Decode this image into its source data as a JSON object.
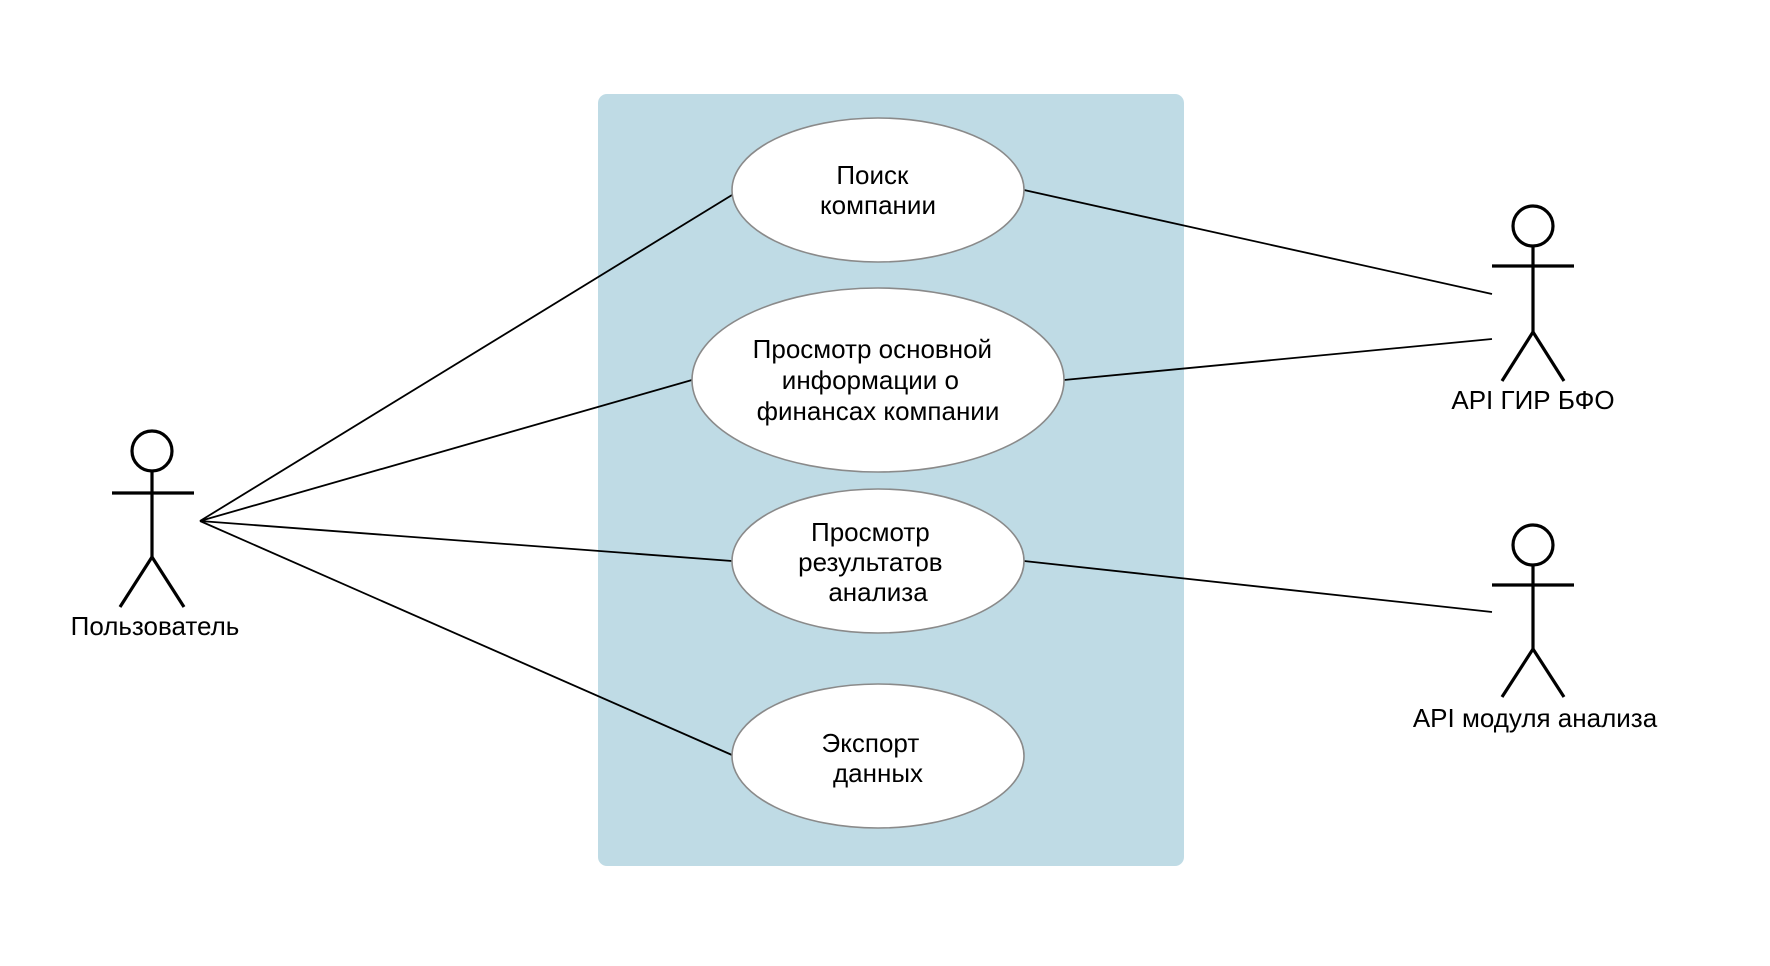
{
  "diagram": {
    "type": "use-case",
    "system_boundary": {
      "fill": "#bfdbe5"
    },
    "use_cases": [
      {
        "id": "search",
        "lines": [
          "Поиск",
          "компании"
        ]
      },
      {
        "id": "overview",
        "lines": [
          "Просмотр основной",
          "информации о",
          "финансах компании"
        ]
      },
      {
        "id": "results",
        "lines": [
          "Просмотр",
          "результатов",
          "анализа"
        ]
      },
      {
        "id": "export",
        "lines": [
          "Экспорт",
          "данных"
        ]
      }
    ],
    "actors": [
      {
        "id": "user",
        "label": "Пользователь"
      },
      {
        "id": "api-gir-bfo",
        "label": "API ГИР БФО"
      },
      {
        "id": "api-analysis",
        "label": "API модуля анализа"
      }
    ],
    "associations": [
      {
        "from": "user",
        "to": "search"
      },
      {
        "from": "user",
        "to": "overview"
      },
      {
        "from": "user",
        "to": "results"
      },
      {
        "from": "user",
        "to": "export"
      },
      {
        "from": "search",
        "to": "api-gir-bfo"
      },
      {
        "from": "overview",
        "to": "api-gir-bfo"
      },
      {
        "from": "results",
        "to": "api-analysis"
      }
    ]
  }
}
